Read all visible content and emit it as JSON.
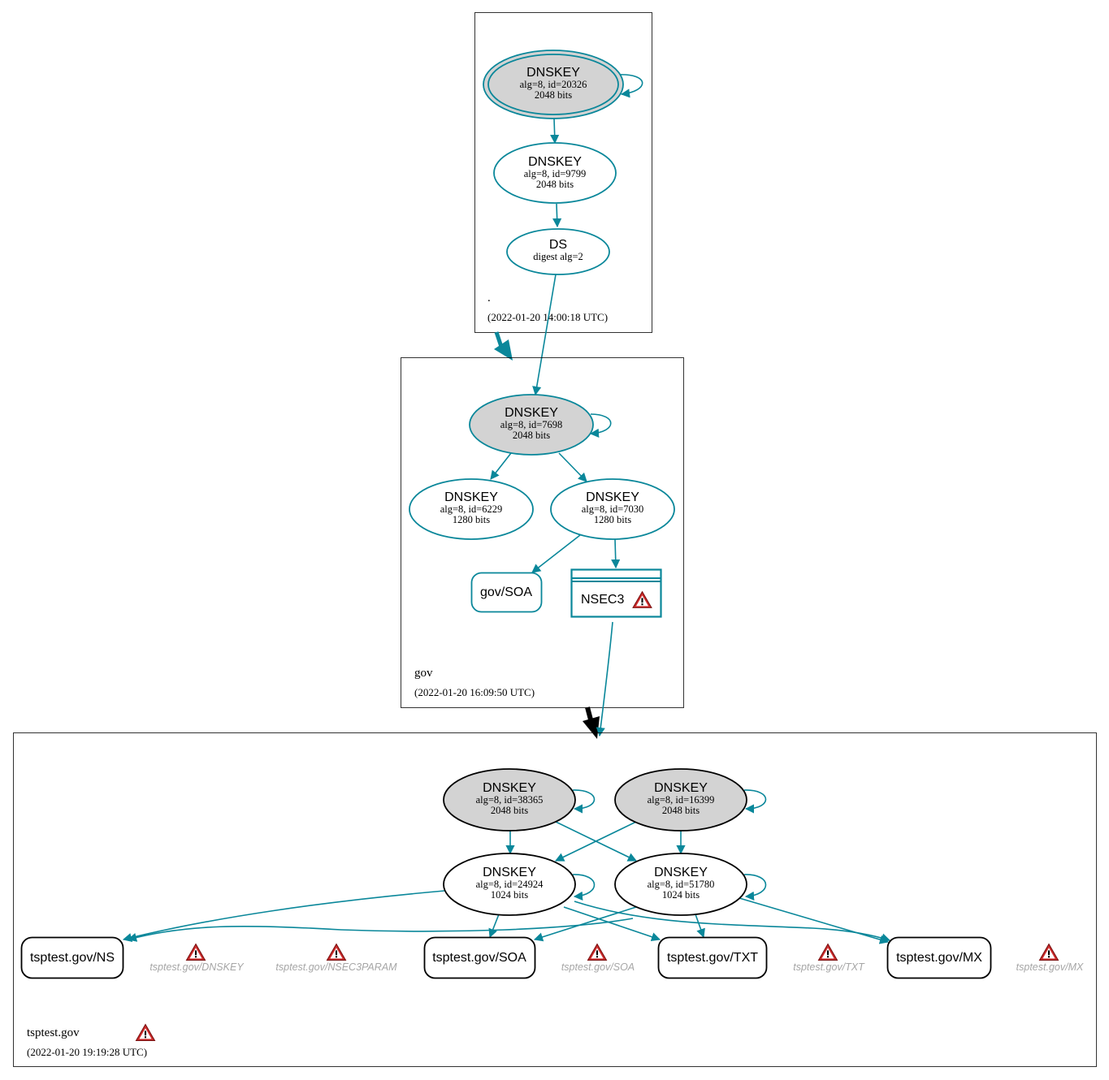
{
  "colors": {
    "edge": "#0a879a",
    "signing_key_fill": "#d3d3d3",
    "missing_text": "#a6a6a6",
    "warning": "#cc2b2b",
    "delegation_arrow_root": "#0a879a",
    "delegation_arrow_gov": "#000000"
  },
  "zones": {
    "root": {
      "name": ".",
      "date": "(2022-01-20 14:00:18 UTC)",
      "ksk": {
        "title": "DNSKEY",
        "line1": "alg=8, id=20326",
        "line2": "2048 bits"
      },
      "zsk": {
        "title": "DNSKEY",
        "line1": "alg=8, id=9799",
        "line2": "2048 bits"
      },
      "ds": {
        "title": "DS",
        "line1": "digest alg=2"
      }
    },
    "gov": {
      "name": "gov",
      "date": "(2022-01-20 16:09:50 UTC)",
      "ksk": {
        "title": "DNSKEY",
        "line1": "alg=8, id=7698",
        "line2": "2048 bits"
      },
      "zsk1": {
        "title": "DNSKEY",
        "line1": "alg=8, id=6229",
        "line2": "1280 bits"
      },
      "zsk2": {
        "title": "DNSKEY",
        "line1": "alg=8, id=7030",
        "line2": "1280 bits"
      },
      "soa": "gov/SOA",
      "nsec3": "NSEC3"
    },
    "tsptest": {
      "name": "tsptest.gov",
      "date": "(2022-01-20 19:19:28 UTC)",
      "ksk1": {
        "title": "DNSKEY",
        "line1": "alg=8, id=38365",
        "line2": "2048 bits"
      },
      "ksk2": {
        "title": "DNSKEY",
        "line1": "alg=8, id=16399",
        "line2": "2048 bits"
      },
      "zsk1": {
        "title": "DNSKEY",
        "line1": "alg=8, id=24924",
        "line2": "1024 bits"
      },
      "zsk2": {
        "title": "DNSKEY",
        "line1": "alg=8, id=51780",
        "line2": "1024 bits"
      },
      "rrsets": {
        "ns": "tsptest.gov/NS",
        "soa": "tsptest.gov/SOA",
        "txt": "tsptest.gov/TXT",
        "mx": "tsptest.gov/MX"
      },
      "missing": {
        "dnskey": "tsptest.gov/DNSKEY",
        "nsec3param": "tsptest.gov/NSEC3PARAM",
        "soa": "tsptest.gov/SOA",
        "txt": "tsptest.gov/TXT",
        "mx": "tsptest.gov/MX"
      }
    }
  }
}
